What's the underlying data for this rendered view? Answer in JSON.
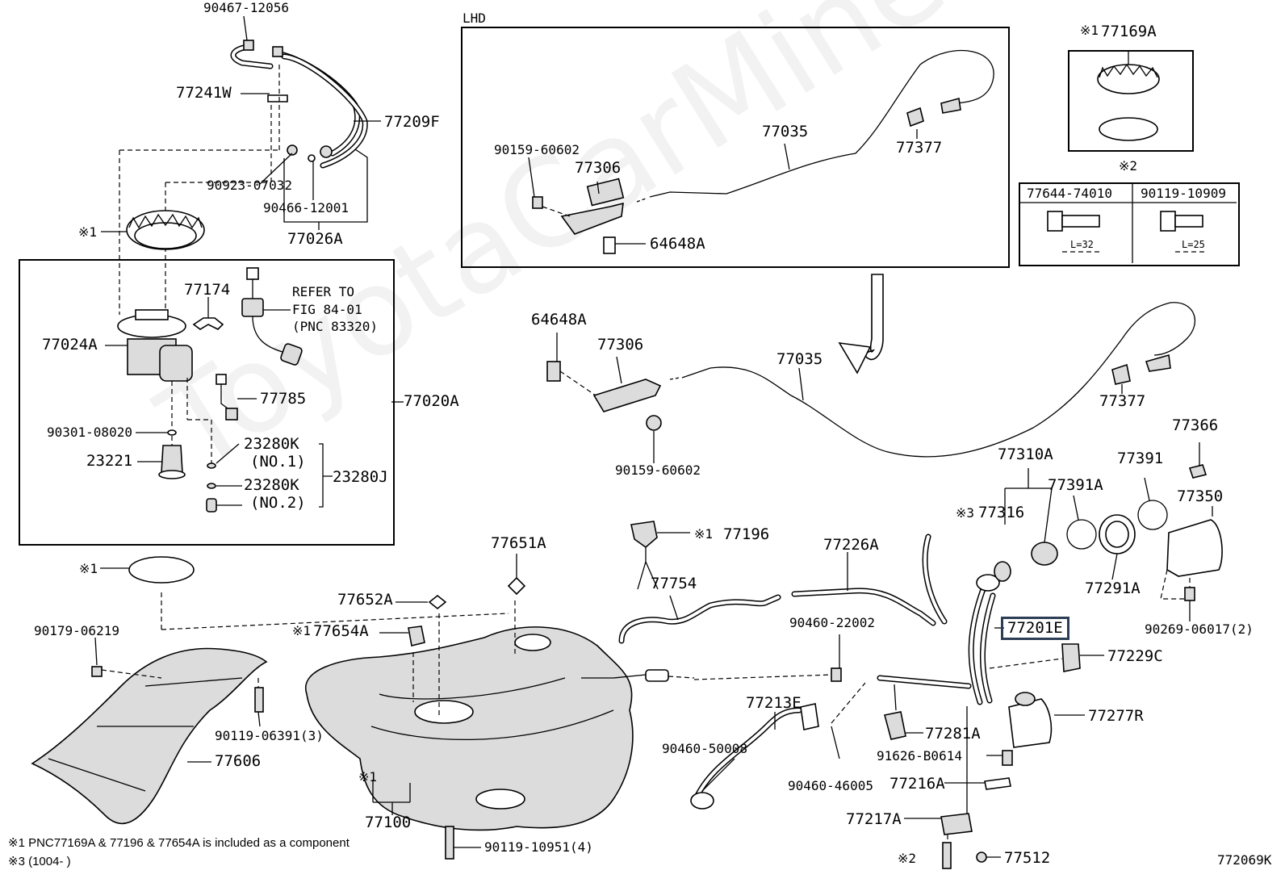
{
  "watermark": "ToyotaCarMine.ru",
  "diagram_code": "772069K",
  "lhd_label": "LHD",
  "highlighted_part": "77201E",
  "notes": {
    "note1": "※1 PNC77169A & 77196 & 77654A is included as a component",
    "note3": "※3 (1004-        )"
  },
  "table": {
    "marker": "※2",
    "col1": {
      "part": "77644-74010",
      "length": "L=32"
    },
    "col2": {
      "part": "90119-10909",
      "length": "L=25"
    }
  },
  "labels": {
    "p90467_12056": "90467-12056",
    "p77241W": "77241W",
    "p77209F": "77209F",
    "p90923_07032": "90923-07032",
    "p90466_12001": "90466-12001",
    "p77026A": "77026A",
    "m1_ring": "※1",
    "p77174": "77174",
    "refer1": "REFER TO",
    "refer2": "FIG 84-01",
    "refer3": "(PNC 83320)",
    "p77024A": "77024A",
    "p77785": "77785",
    "p77020A": "77020A",
    "p90301_08020": "90301-08020",
    "p23221": "23221",
    "p23280K_1": "23280K",
    "no1": "(NO.1)",
    "p23280K_2": "23280K",
    "no2": "(NO.2)",
    "p23280J": "23280J",
    "p90159_60602_top": "90159-60602",
    "p77306_top": "77306",
    "p77035_top": "77035",
    "p77377_top": "77377",
    "p64648A_top": "64648A",
    "m1_77169A": "※1",
    "p77169A": "77169A",
    "p64648A": "64648A",
    "p77306": "77306",
    "p77035": "77035",
    "p77377": "77377",
    "p90159_60602": "90159-60602",
    "p77310A": "77310A",
    "p77366": "77366",
    "m3": "※3",
    "p77316": "77316",
    "p77391A": "77391A",
    "p77391": "77391",
    "p77350": "77350",
    "p77291A": "77291A",
    "p90269_06017": "90269-06017(2)",
    "p77229C": "77229C",
    "p77277R": "77277R",
    "p77281A": "77281A",
    "p91626_B0614": "91626-B0614",
    "p77216A": "77216A",
    "p77217A": "77217A",
    "m2_bolt": "※2",
    "p77512": "77512",
    "p90460_22002": "90460-22002",
    "p77226A": "77226A",
    "m1_77196": "※1",
    "p77196": "77196",
    "p77754": "77754",
    "p77651A": "77651A",
    "p77652A": "77652A",
    "m1_77654A": "※1",
    "p77654A": "77654A",
    "m1_gasket": "※1",
    "p90179_06219": "90179-06219",
    "p90119_06391": "90119-06391(3)",
    "p77606": "77606",
    "m1_77100": "※1",
    "p77100": "77100",
    "p90119_10951": "90119-10951(4)",
    "p77213E": "77213E",
    "p90460_50008": "90460-50008",
    "p90460_46005": "90460-46005"
  }
}
